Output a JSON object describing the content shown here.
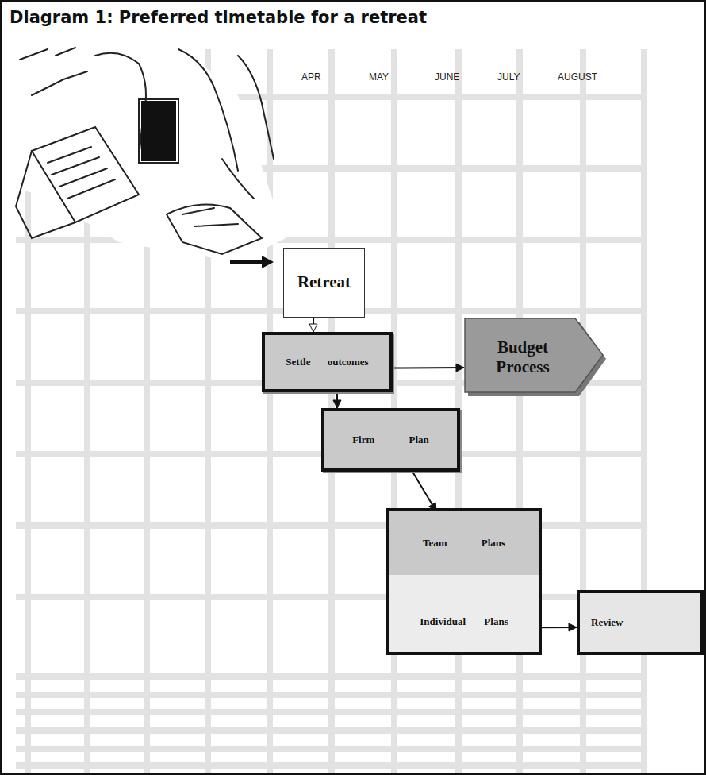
{
  "diagram": {
    "title": "Diagram 1: Preferred timetable for a retreat",
    "nodes": [
      {
        "text": [
          "Retreat"
        ]
      },
      {
        "text": [
          "Settle outcomes"
        ]
      },
      {
        "text": [
          "Budget Process"
        ]
      },
      {
        "text": [
          "Firm Plan"
        ]
      },
      {
        "text": [
          "Team Plans"
        ]
      },
      {
        "text": [
          "Individual Plans"
        ]
      },
      {
        "text": [
          "Review"
        ]
      }
    ],
    "edges": [
      {
        "from": 0,
        "to": 1,
        "arrow": "to"
      },
      {
        "from": 1,
        "to": 2,
        "arrow": "to"
      },
      {
        "from": 1,
        "to": 3,
        "arrow": "to"
      },
      {
        "from": 3,
        "to": 4,
        "arrow": "to"
      },
      {
        "from": 4,
        "to": 5,
        "arrow": "to"
      },
      {
        "from": 5,
        "to": 6,
        "arrow": "to"
      }
    ],
    "labels": [
      "APR",
      "MAY",
      "JUNE",
      "JULY",
      "AUGUST"
    ]
  }
}
